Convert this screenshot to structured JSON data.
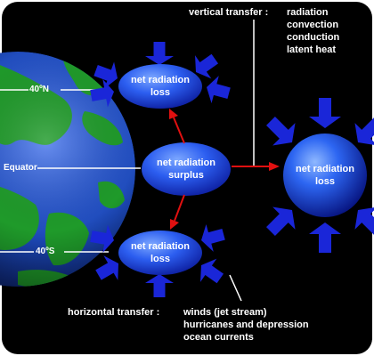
{
  "earth": {
    "lat_north": "40ºN",
    "equator": "Equator",
    "lat_south": "40ºS"
  },
  "ellipses": {
    "loss_top": [
      "net radiation",
      "loss"
    ],
    "surplus": [
      "net radiation",
      "surplus"
    ],
    "loss_bottom": [
      "net radiation",
      "loss"
    ],
    "loss_right": [
      "net radiation",
      "loss"
    ]
  },
  "vertical_transfer": {
    "label": "vertical transfer :",
    "items": [
      "radiation",
      "convection",
      "conduction",
      "latent heat"
    ]
  },
  "horizontal_transfer": {
    "label": "horizontal transfer :",
    "items": [
      "winds (jet stream)",
      "hurricanes and depression",
      "ocean currents"
    ]
  },
  "colors": {
    "background": "#000000",
    "ocean": "#1c48b8",
    "land": "#1f9a2a",
    "blue_arrow": "#1a26d8",
    "red_arrow": "#e01010",
    "label_text": "#ffffff"
  }
}
